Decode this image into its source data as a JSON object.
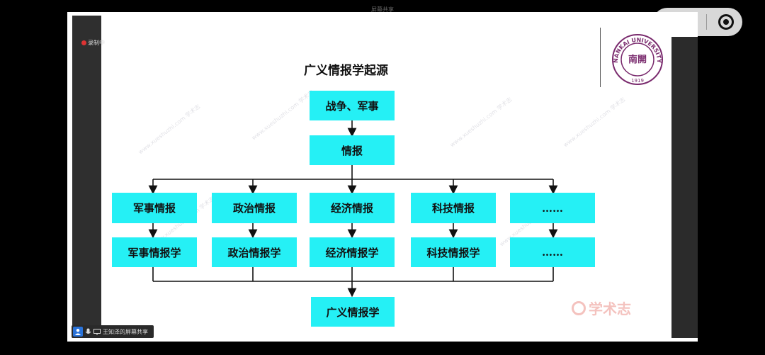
{
  "window": {
    "caption": "屏幕共享"
  },
  "mini_program": {
    "more_icon": "more-dots-icon",
    "close_icon": "close-target-icon"
  },
  "recording": {
    "label": "录制中",
    "icon": "recording-cloud-icon"
  },
  "logo": {
    "text": "NANKAI UNIVERSITY",
    "year": "1919",
    "emblem": "南開"
  },
  "slide": {
    "title": "广义情报学起源",
    "root": "战争、军事",
    "level2": "情报",
    "categories": [
      "军事情报",
      "政治情报",
      "经济情报",
      "科技情报",
      "……"
    ],
    "disciplines": [
      "军事情报学",
      "政治情报学",
      "经济情报学",
      "科技情报学",
      "……"
    ],
    "result": "广义情报学"
  },
  "watermarks": {
    "brand": "学术志",
    "diagonal": "www.xueshuzhi.com 学术志"
  },
  "share_bar": {
    "label": "王知泽的屏幕共享"
  },
  "colors": {
    "box": "#25f0f5",
    "logo": "#7a2b6e"
  }
}
